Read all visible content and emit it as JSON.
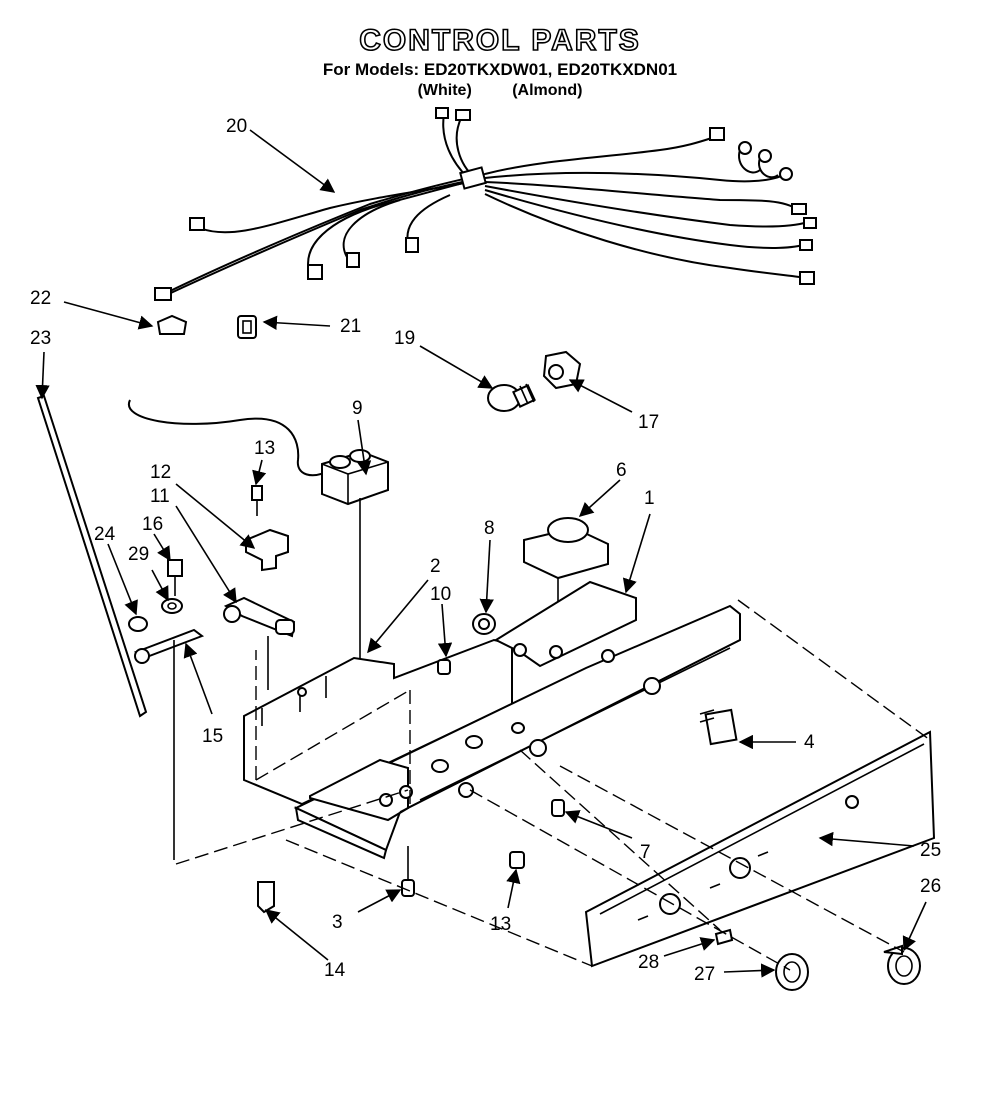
{
  "title": "CONTROL PARTS",
  "models_line": "For Models: ED20TKXDW01, ED20TKXDN01",
  "color_white": "(White)",
  "color_almond": "(Almond)",
  "labels": {
    "p1": "1",
    "p2": "2",
    "p3": "3",
    "p4": "4",
    "p6": "6",
    "p7": "7",
    "p8": "8",
    "p9": "9",
    "p10": "10",
    "p11": "11",
    "p12": "12",
    "p13a": "13",
    "p13b": "13",
    "p14": "14",
    "p15": "15",
    "p16": "16",
    "p17": "17",
    "p19": "19",
    "p20": "20",
    "p21": "21",
    "p22": "22",
    "p23": "23",
    "p24": "24",
    "p25": "25",
    "p26": "26",
    "p27": "27",
    "p28": "28",
    "p29": "29"
  }
}
